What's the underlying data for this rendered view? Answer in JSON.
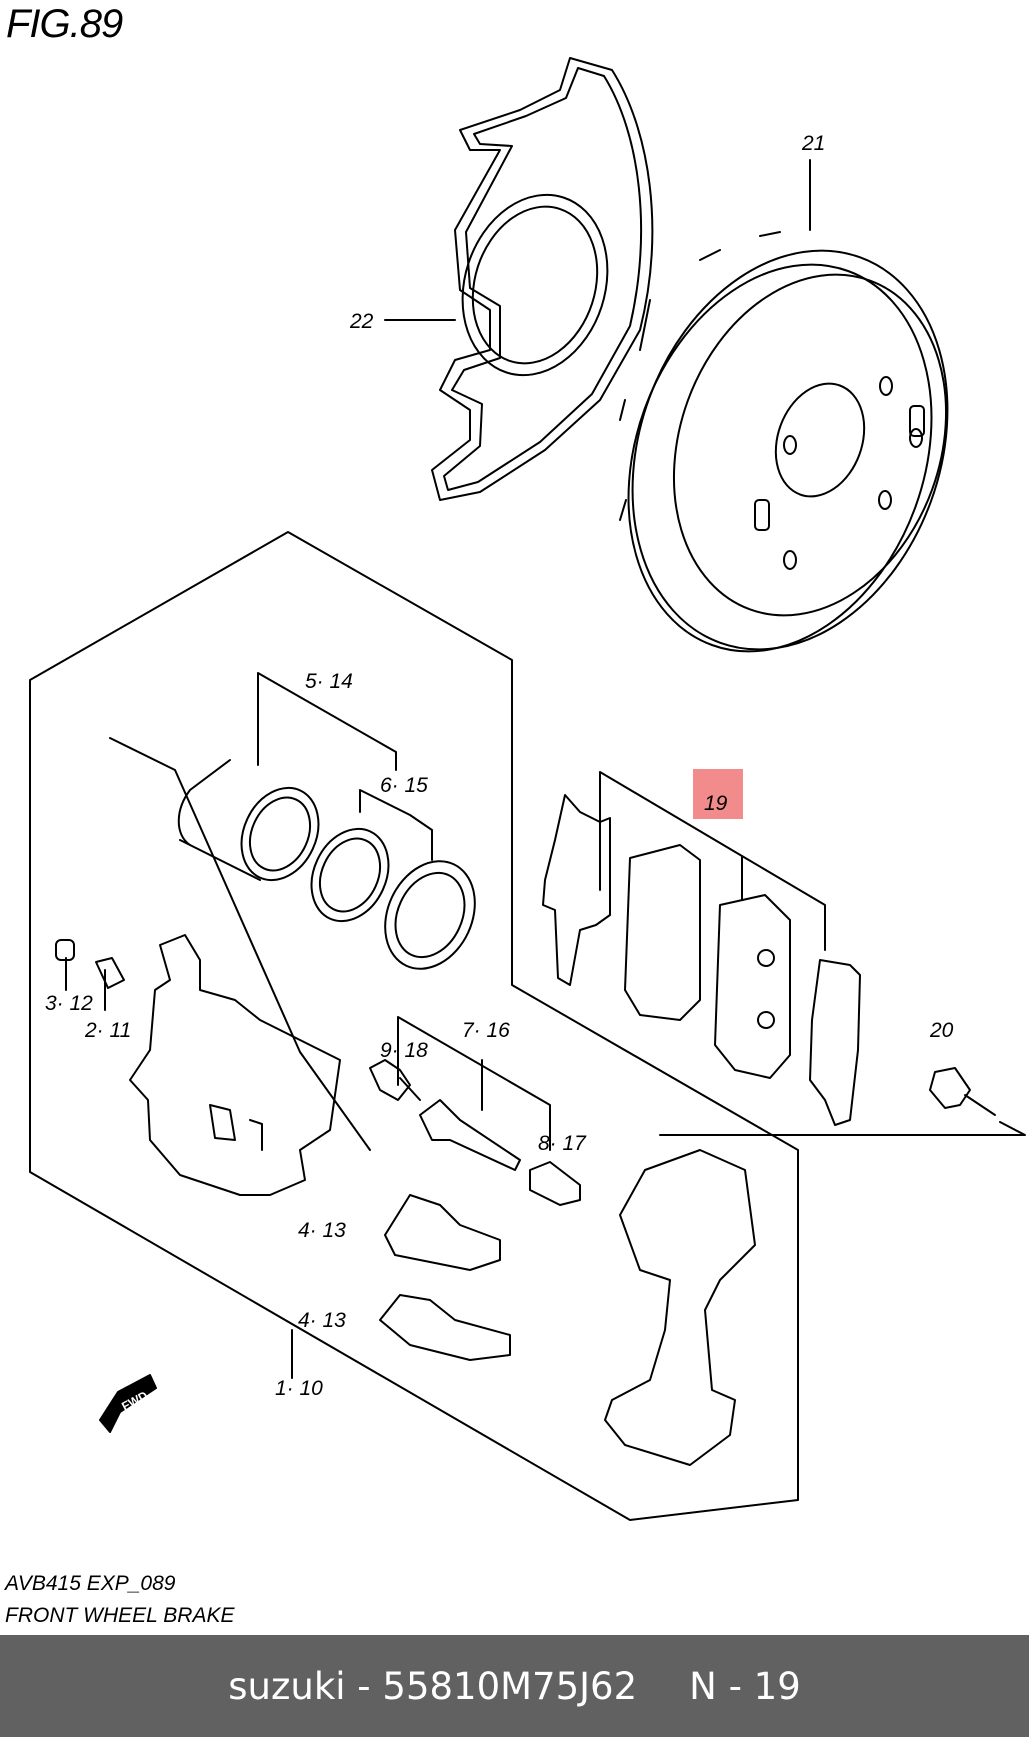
{
  "figure": {
    "title": "FIG.89"
  },
  "labels": {
    "p22": "22",
    "p21": "21",
    "p5_14": "5· 14",
    "p6_15": "6· 15",
    "p19": "19",
    "p3_12": "3· 12",
    "p2_11": "2· 11",
    "p9_18": "9· 18",
    "p7_16": "7· 16",
    "p8_17": "8· 17",
    "p20": "20",
    "p4_13a": "4· 13",
    "p4_13b": "4· 13",
    "p1_10": "1· 10",
    "fwd": "FWD"
  },
  "highlight": {
    "part": "19",
    "color": "#f28b8b"
  },
  "diagram_code": "AVB415 EXP_089",
  "diagram_title": "FRONT WHEEL BRAKE",
  "footer": {
    "brand_part": "suzuki - 55810M75J62",
    "ref": "N - 19",
    "bg_color": "#616161"
  }
}
